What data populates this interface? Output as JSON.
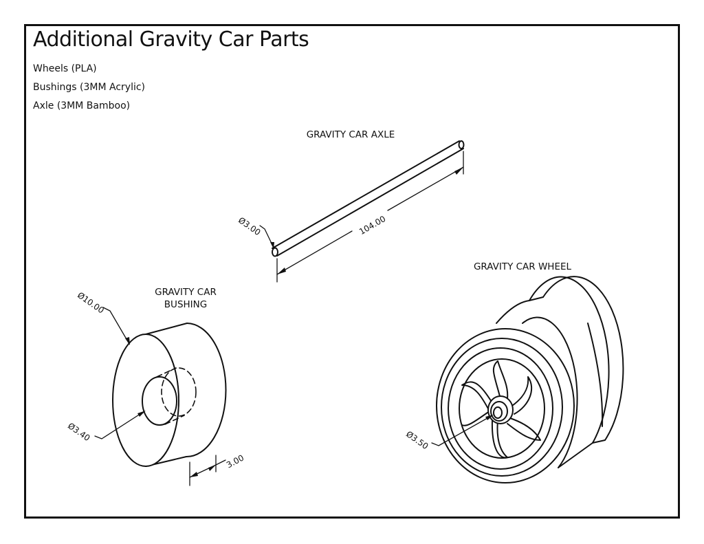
{
  "title": "Additional Gravity Car Parts",
  "materials": [
    "Wheels (PLA)",
    "Bushings (3MM Acrylic)",
    "Axle (3MM Bamboo)"
  ],
  "parts": {
    "axle": {
      "label": "GRAVITY CAR AXLE",
      "diameter": "Ø3.00",
      "length": "104.00"
    },
    "wheel": {
      "label": "GRAVITY CAR WHEEL",
      "bore": "Ø3.50"
    },
    "bushing": {
      "label_line1": "GRAVITY CAR",
      "label_line2": "BUSHING",
      "outer": "Ø10.00",
      "inner": "Ø3.40",
      "thickness": "3.00"
    }
  }
}
